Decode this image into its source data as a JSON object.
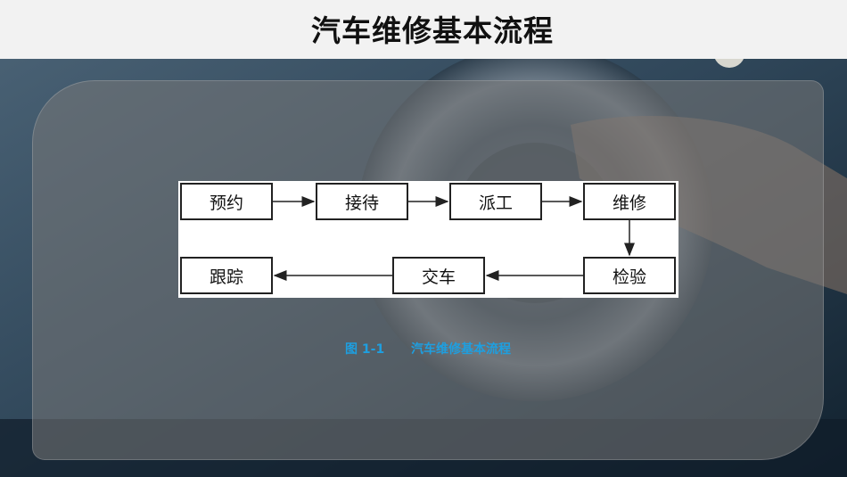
{
  "title": "汽车维修基本流程",
  "diagram": {
    "nodes": {
      "yuyue": "预约",
      "jiedai": "接待",
      "paigong": "派工",
      "weixiu": "维修",
      "jianyan": "检验",
      "jiaoche": "交车",
      "genzong": "跟踪"
    },
    "caption_number": "图 1-1",
    "caption_text": "汽车维修基本流程"
  },
  "colors": {
    "caption": "#1e9fe0",
    "title_bar": "#f2f2f2"
  }
}
